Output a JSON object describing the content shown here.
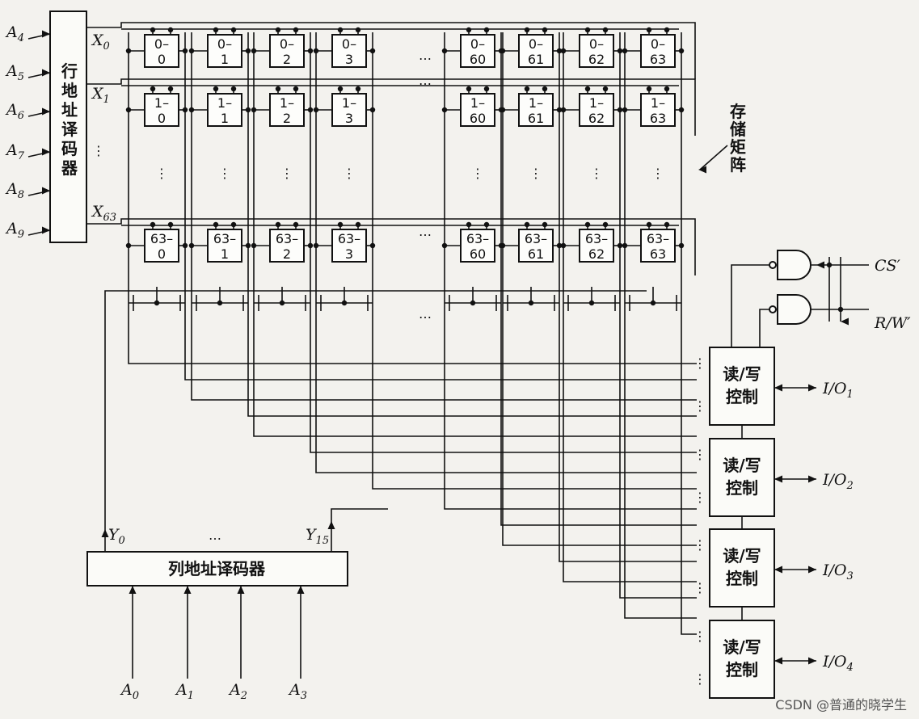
{
  "row_decoder": {
    "label": "行地址译码器"
  },
  "col_decoder": {
    "label": "列地址译码器"
  },
  "matrix_label": "存储矩阵",
  "row_inputs": [
    {
      "base": "A",
      "sub": "4"
    },
    {
      "base": "A",
      "sub": "5"
    },
    {
      "base": "A",
      "sub": "6"
    },
    {
      "base": "A",
      "sub": "7"
    },
    {
      "base": "A",
      "sub": "8"
    },
    {
      "base": "A",
      "sub": "9"
    }
  ],
  "row_outputs": [
    {
      "base": "X",
      "sub": "0"
    },
    {
      "base": "X",
      "sub": "1"
    },
    {
      "base": "X",
      "sub": "63"
    }
  ],
  "col_outputs": [
    {
      "base": "Y",
      "sub": "0"
    },
    {
      "base": "Y",
      "sub": "15"
    }
  ],
  "col_inputs": [
    {
      "base": "A",
      "sub": "0"
    },
    {
      "base": "A",
      "sub": "1"
    },
    {
      "base": "A",
      "sub": "2"
    },
    {
      "base": "A",
      "sub": "3"
    }
  ],
  "row_ids": [
    "0",
    "1",
    "63"
  ],
  "col_ids": [
    "0",
    "1",
    "2",
    "3",
    "60",
    "61",
    "62",
    "63"
  ],
  "ellipsis": "…",
  "vellipsis": "⋮",
  "rw_block": {
    "line1": "读/写",
    "line2": "控制"
  },
  "io_labels": [
    {
      "base": "I/O",
      "sub": "1"
    },
    {
      "base": "I/O",
      "sub": "2"
    },
    {
      "base": "I/O",
      "sub": "3"
    },
    {
      "base": "I/O",
      "sub": "4"
    }
  ],
  "control_inputs": [
    "CS′",
    "R/W′"
  ],
  "watermark": "CSDN @普通的晓学生"
}
